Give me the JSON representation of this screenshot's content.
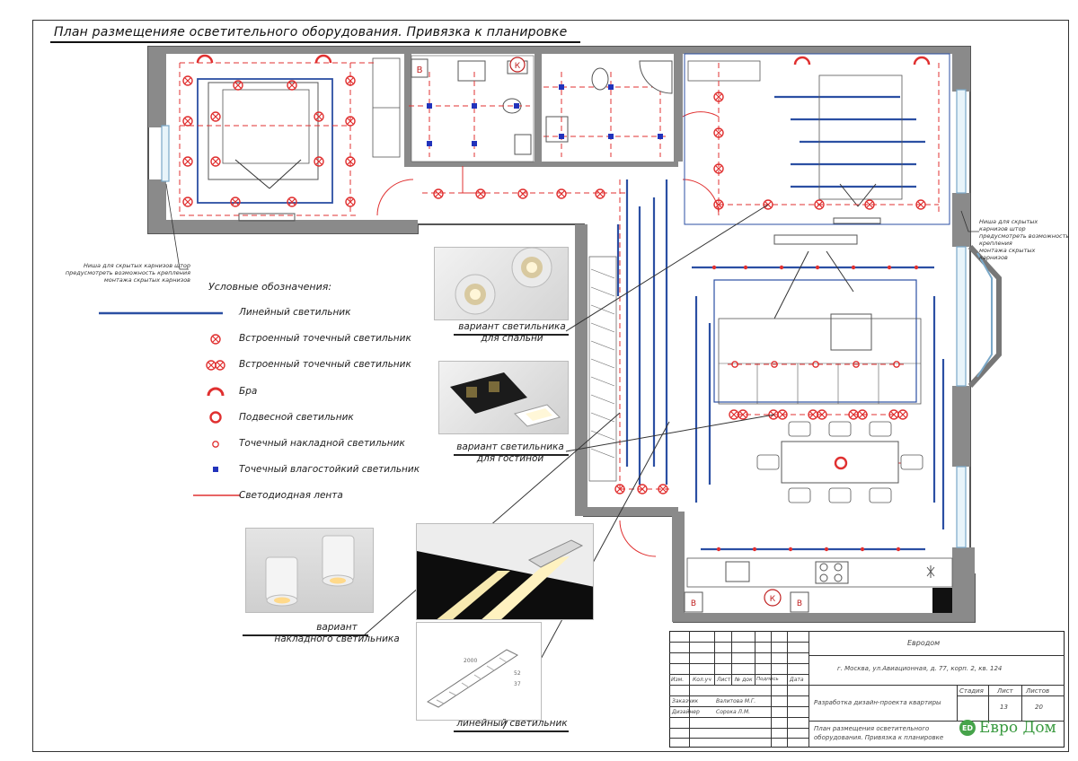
{
  "title": "План размещенияе осветительного оборудования. Привязка к планировке",
  "callouts": {
    "left_niche": [
      "Ниша для скрытых карнизов штор",
      "предусмотреть возможность крепления",
      "монтажа скрытых карнизов"
    ],
    "right_niche": [
      "Ниша для скрытых",
      "карнизов штор",
      "предусмотреть возможность",
      "крепления",
      "монтажа скрытых",
      "карнизов"
    ]
  },
  "plan_marks": {
    "heater_b1": "В",
    "boiler_k1": "К",
    "heater_b2": "В",
    "boiler_k2": "К",
    "heater_b3": "В"
  },
  "legend": {
    "title": "Условные обозначения:",
    "items": [
      {
        "label": "Линейный светильник",
        "symbol": "linear"
      },
      {
        "label": "Встроенный точечный светильник",
        "symbol": "recessed"
      },
      {
        "label": "Встроенный точечный светильник",
        "symbol": "recessed-double"
      },
      {
        "label": "Бра",
        "symbol": "sconce"
      },
      {
        "label": "Подвесной светильник",
        "symbol": "pendant"
      },
      {
        "label": "Точечный накладной светильник",
        "symbol": "surface-spot"
      },
      {
        "label": "Точечный влагостойкий светильник",
        "symbol": "wet-spot"
      },
      {
        "label": "Светодиодная лента",
        "symbol": "led-strip"
      }
    ]
  },
  "photos": {
    "bedroom": {
      "caption_1": "вариант светильника",
      "caption_2": "для спальни"
    },
    "living": {
      "caption_1": "вариант светильника",
      "caption_2": "для гостиной"
    },
    "surface": {
      "caption_1": "вариант",
      "caption_2": "накладного светильника"
    },
    "linear": {
      "caption_1": "линейный светильник",
      "dim_1": "2000",
      "dim_2": "52",
      "dim_3": "37"
    }
  },
  "title_block": {
    "company": "Евродом",
    "address": "г. Москва, ул.Авиационная, д. 77, корп. 2, кв. 124",
    "cols": [
      "Изм.",
      "Кол.уч",
      "Лист",
      "№ док",
      "Подпись",
      "Дата"
    ],
    "customer_label": "Заказчик",
    "customer_name": "Валитова М.Г.",
    "designer_label": "Дизайнер",
    "designer_name": "Сорока Л.М.",
    "project": "Разработка дизайн-проекта квартиры",
    "stage_label": "Стадия",
    "sheet_label": "Лист",
    "sheets_label": "Листов",
    "sheet_value": "13",
    "sheets_value": "20",
    "drawing_line1": "План размещения осветительного",
    "drawing_line2": "оборудования. Привязка к планировке",
    "brand_mark": "ED",
    "brand": "Евро Дом"
  },
  "colors": {
    "wall": "#8a8a8a",
    "linear": "#2b4fa3",
    "led": "#e03030",
    "brand": "#3a9a40"
  }
}
